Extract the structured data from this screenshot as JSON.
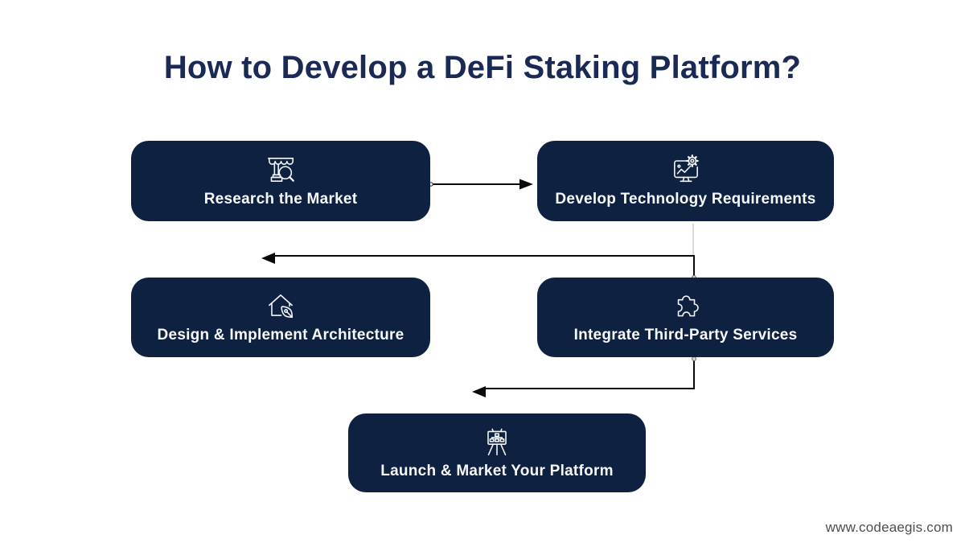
{
  "title": "How to Develop a DeFi Staking Platform?",
  "watermark": "www.codeaegis.com",
  "colors": {
    "background": "#ffffff",
    "box_bg": "#0e2140",
    "title_text": "#1b2a55",
    "box_text": "#f7f8fa",
    "icon_stroke": "#f4f6f9",
    "connector": "#0a0a0a",
    "connector_faint": "#c8c8c8",
    "watermark_text": "#4d4d4d"
  },
  "steps": [
    {
      "id": 1,
      "label": "Research the Market",
      "icon": "storefront-search-icon"
    },
    {
      "id": 2,
      "label": "Develop Technology Requirements",
      "icon": "monitor-gear-chart-icon"
    },
    {
      "id": 3,
      "label": "Design & Implement Architecture",
      "icon": "house-pen-icon"
    },
    {
      "id": 4,
      "label": "Integrate Third-Party Services",
      "icon": "puzzle-piece-icon"
    },
    {
      "id": 5,
      "label": "Launch & Market Your Platform",
      "icon": "easel-flowchart-icon"
    }
  ],
  "flow": [
    "Research the Market -> Develop Technology Requirements",
    "Develop Technology Requirements -> Design & Implement Architecture",
    "Integrate Third-Party Services -> Launch & Market Your Platform"
  ]
}
